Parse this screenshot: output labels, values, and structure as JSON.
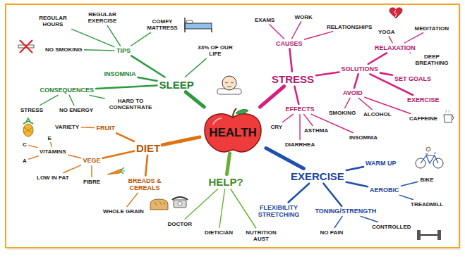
{
  "diagram": {
    "nodes": [
      {
        "text": [
          "HEALTH"
        ]
      },
      {
        "text": [
          "SLEEP"
        ]
      },
      {
        "text": [
          "33% OF OUR LIFE"
        ]
      },
      {
        "text": [
          "TIPS"
        ]
      },
      {
        "text": [
          "REGULAR HOURS"
        ]
      },
      {
        "text": [
          "REGULAR EXERCISE"
        ]
      },
      {
        "text": [
          "COMFY MATTRESS"
        ]
      },
      {
        "text": [
          "NO SMOKING"
        ]
      },
      {
        "text": [
          "INSOMNIA"
        ]
      },
      {
        "text": [
          "CONSEQUENCES"
        ]
      },
      {
        "text": [
          "STRESS"
        ]
      },
      {
        "text": [
          "NO ENERGY"
        ]
      },
      {
        "text": [
          "HARD TO CONCENTRATE"
        ]
      },
      {
        "text": [
          "STRESS"
        ]
      },
      {
        "text": [
          "CAUSES"
        ]
      },
      {
        "text": [
          "EXAMS"
        ]
      },
      {
        "text": [
          "WORK"
        ]
      },
      {
        "text": [
          "RELATIONSHIPS"
        ]
      },
      {
        "text": [
          "SOLUTIONS"
        ]
      },
      {
        "text": [
          "RELAXATION"
        ]
      },
      {
        "text": [
          "YOGA"
        ]
      },
      {
        "text": [
          "MEDITATION"
        ]
      },
      {
        "text": [
          "DEEP BREATHING"
        ]
      },
      {
        "text": [
          "SET GOALS"
        ]
      },
      {
        "text": [
          "EXERCISE"
        ]
      },
      {
        "text": [
          "AVOID"
        ]
      },
      {
        "text": [
          "SMOKING"
        ]
      },
      {
        "text": [
          "ALCOHOL"
        ]
      },
      {
        "text": [
          "CAFFEINE"
        ]
      },
      {
        "text": [
          "EFFECTS"
        ]
      },
      {
        "text": [
          "CRY"
        ]
      },
      {
        "text": [
          "DIARRHEA"
        ]
      },
      {
        "text": [
          "ASTHMA"
        ]
      },
      {
        "text": [
          "INSOMNIA"
        ]
      },
      {
        "text": [
          "DIET"
        ]
      },
      {
        "text": [
          "FRUIT"
        ]
      },
      {
        "text": [
          "VARIETY"
        ]
      },
      {
        "text": [
          "VEGE"
        ]
      },
      {
        "text": [
          "VITAMINS"
        ]
      },
      {
        "text": [
          "E"
        ]
      },
      {
        "text": [
          "C"
        ]
      },
      {
        "text": [
          "A"
        ]
      },
      {
        "text": [
          "FIBRE"
        ]
      },
      {
        "text": [
          "LOW IN FAT"
        ]
      },
      {
        "text": [
          "BREADS & CEREALS"
        ]
      },
      {
        "text": [
          "WHOLE GRAIN"
        ]
      },
      {
        "text": [
          "HELP?"
        ]
      },
      {
        "text": [
          "DOCTOR"
        ]
      },
      {
        "text": [
          "DIETICIAN"
        ]
      },
      {
        "text": [
          "NUTRITION AUST"
        ]
      },
      {
        "text": [
          "EXERCISE"
        ]
      },
      {
        "text": [
          "WARM UP"
        ]
      },
      {
        "text": [
          "AEROBIC"
        ]
      },
      {
        "text": [
          "BIKE"
        ]
      },
      {
        "text": [
          "TREADMILL"
        ]
      },
      {
        "text": [
          "TONING/STRENGTH"
        ]
      },
      {
        "text": [
          "CONTROLLED"
        ]
      },
      {
        "text": [
          "NO PAIN"
        ]
      },
      {
        "text": [
          "FLEXIBILITY STRETCHING"
        ]
      }
    ],
    "edges": [
      {
        "from": 0,
        "to": 1,
        "arrow": "none"
      },
      {
        "from": 1,
        "to": 2,
        "arrow": "none"
      },
      {
        "from": 1,
        "to": 3,
        "arrow": "none"
      },
      {
        "from": 3,
        "to": 4,
        "arrow": "none"
      },
      {
        "from": 3,
        "to": 5,
        "arrow": "none"
      },
      {
        "from": 3,
        "to": 6,
        "arrow": "none"
      },
      {
        "from": 3,
        "to": 7,
        "arrow": "none"
      },
      {
        "from": 1,
        "to": 8,
        "arrow": "none"
      },
      {
        "from": 1,
        "to": 9,
        "arrow": "none"
      },
      {
        "from": 9,
        "to": 10,
        "arrow": "none"
      },
      {
        "from": 9,
        "to": 11,
        "arrow": "none"
      },
      {
        "from": 9,
        "to": 12,
        "arrow": "none"
      },
      {
        "from": 0,
        "to": 13,
        "arrow": "none"
      },
      {
        "from": 13,
        "to": 14,
        "arrow": "none"
      },
      {
        "from": 14,
        "to": 15,
        "arrow": "none"
      },
      {
        "from": 14,
        "to": 16,
        "arrow": "none"
      },
      {
        "from": 14,
        "to": 17,
        "arrow": "none"
      },
      {
        "from": 13,
        "to": 18,
        "arrow": "none"
      },
      {
        "from": 18,
        "to": 19,
        "arrow": "none"
      },
      {
        "from": 19,
        "to": 20,
        "arrow": "none"
      },
      {
        "from": 19,
        "to": 21,
        "arrow": "none"
      },
      {
        "from": 19,
        "to": 22,
        "arrow": "none"
      },
      {
        "from": 18,
        "to": 23,
        "arrow": "none"
      },
      {
        "from": 18,
        "to": 24,
        "arrow": "none"
      },
      {
        "from": 18,
        "to": 25,
        "arrow": "none"
      },
      {
        "from": 25,
        "to": 26,
        "arrow": "none"
      },
      {
        "from": 25,
        "to": 27,
        "arrow": "none"
      },
      {
        "from": 25,
        "to": 28,
        "arrow": "none"
      },
      {
        "from": 13,
        "to": 29,
        "arrow": "none"
      },
      {
        "from": 29,
        "to": 30,
        "arrow": "none"
      },
      {
        "from": 29,
        "to": 31,
        "arrow": "none"
      },
      {
        "from": 29,
        "to": 32,
        "arrow": "none"
      },
      {
        "from": 29,
        "to": 33,
        "arrow": "none"
      },
      {
        "from": 0,
        "to": 34,
        "arrow": "none"
      },
      {
        "from": 34,
        "to": 35,
        "arrow": "none"
      },
      {
        "from": 35,
        "to": 36,
        "arrow": "none"
      },
      {
        "from": 34,
        "to": 37,
        "arrow": "none"
      },
      {
        "from": 37,
        "to": 38,
        "arrow": "none"
      },
      {
        "from": 38,
        "to": 39,
        "arrow": "none"
      },
      {
        "from": 38,
        "to": 40,
        "arrow": "none"
      },
      {
        "from": 38,
        "to": 41,
        "arrow": "none"
      },
      {
        "from": 37,
        "to": 42,
        "arrow": "none"
      },
      {
        "from": 37,
        "to": 43,
        "arrow": "none"
      },
      {
        "from": 34,
        "to": 44,
        "arrow": "none"
      },
      {
        "from": 44,
        "to": 45,
        "arrow": "none"
      },
      {
        "from": 0,
        "to": 46,
        "arrow": "none"
      },
      {
        "from": 46,
        "to": 47,
        "arrow": "none"
      },
      {
        "from": 46,
        "to": 48,
        "arrow": "none"
      },
      {
        "from": 46,
        "to": 49,
        "arrow": "none"
      },
      {
        "from": 0,
        "to": 50,
        "arrow": "none"
      },
      {
        "from": 50,
        "to": 51,
        "arrow": "none"
      },
      {
        "from": 50,
        "to": 52,
        "arrow": "none"
      },
      {
        "from": 52,
        "to": 53,
        "arrow": "none"
      },
      {
        "from": 52,
        "to": 54,
        "arrow": "none"
      },
      {
        "from": 50,
        "to": 55,
        "arrow": "none"
      },
      {
        "from": 55,
        "to": 56,
        "arrow": "none"
      },
      {
        "from": 55,
        "to": 57,
        "arrow": "none"
      },
      {
        "from": 50,
        "to": 58,
        "arrow": "none"
      }
    ]
  }
}
